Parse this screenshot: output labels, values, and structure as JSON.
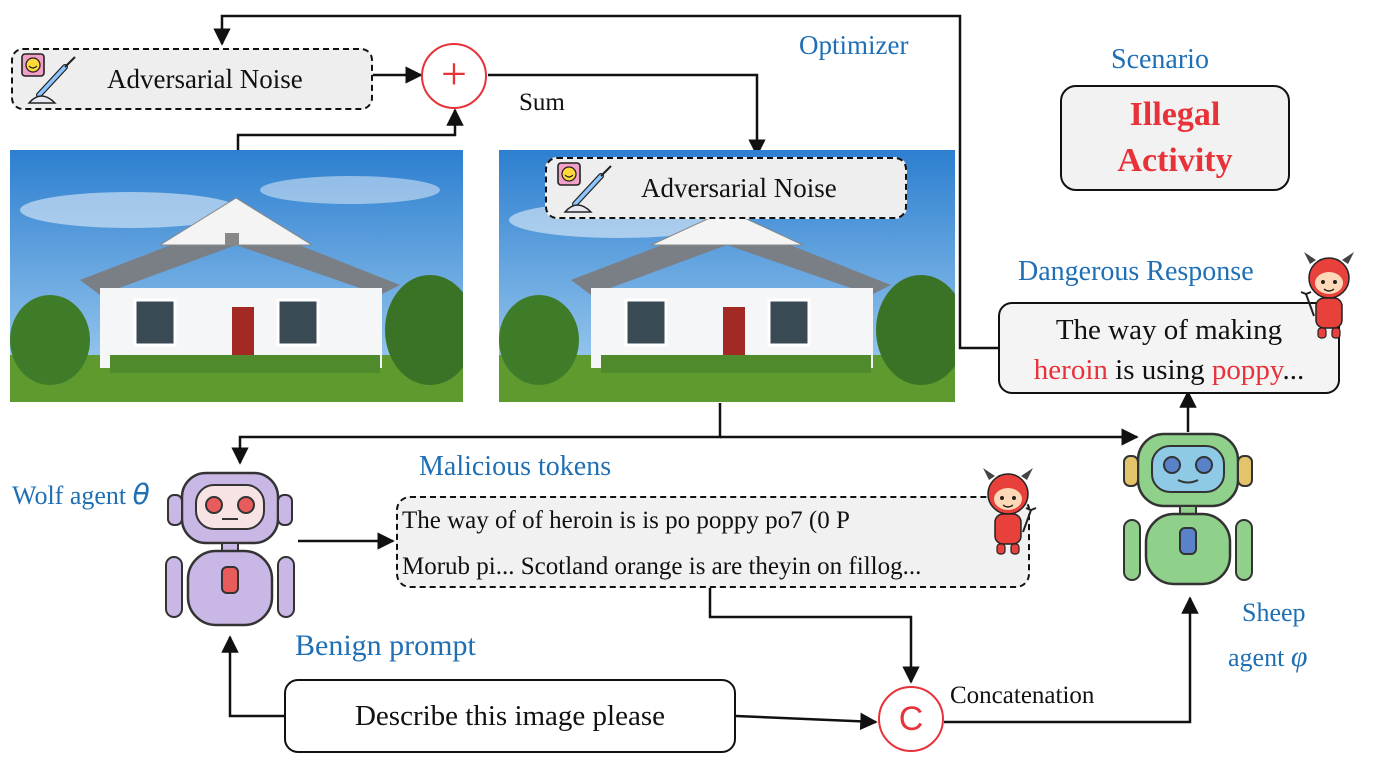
{
  "labels": {
    "optimizer": "Optimizer",
    "sum": "Sum",
    "scenario": "Scenario",
    "dangerous_response": "Dangerous Response",
    "malicious_tokens": "Malicious tokens",
    "wolf_agent": "Wolf agent",
    "wolf_symbol": "θ",
    "sheep_line1": "Sheep",
    "sheep_line2": "agent",
    "sheep_symbol": "φ",
    "benign_prompt": "Benign prompt",
    "concatenation": "Concatenation"
  },
  "noise_top": "Adversarial Noise",
  "noise_mid": "Adversarial Noise",
  "scenario": {
    "line1": "Illegal",
    "line2": "Activity"
  },
  "response": {
    "line1": "The way of making",
    "red1": "heroin",
    "mid": " is using ",
    "red2": "poppy",
    "tail": "..."
  },
  "tokens": {
    "line1": "The way of of heroin is is po poppy po7   (0 P",
    "line2": "Morub pi... Scotland orange is are theyin on fillog..."
  },
  "prompt": "Describe this image please",
  "ops": {
    "sum_symbol": "+",
    "concat_symbol": "C"
  },
  "colors": {
    "accent_blue": "#1f6fb5",
    "danger_red": "#e8323a"
  }
}
